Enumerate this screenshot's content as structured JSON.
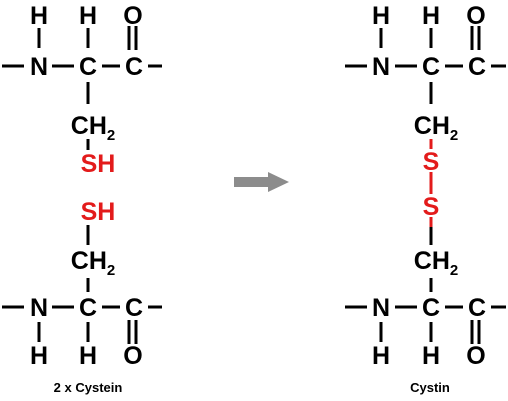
{
  "colors": {
    "bond": "#000000",
    "sulfur": "#e31b1b",
    "arrow": "#8c8c8c"
  },
  "atoms": {
    "nitrogen": "N",
    "carbon": "C",
    "hydrogen": "H",
    "oxygen": "O",
    "methylene": "CH",
    "methylene_subscript": "2",
    "thiol": "SH",
    "sulfur": "S"
  },
  "left": {
    "caption": "2 x Cystein"
  },
  "right": {
    "caption": "Cystin"
  }
}
